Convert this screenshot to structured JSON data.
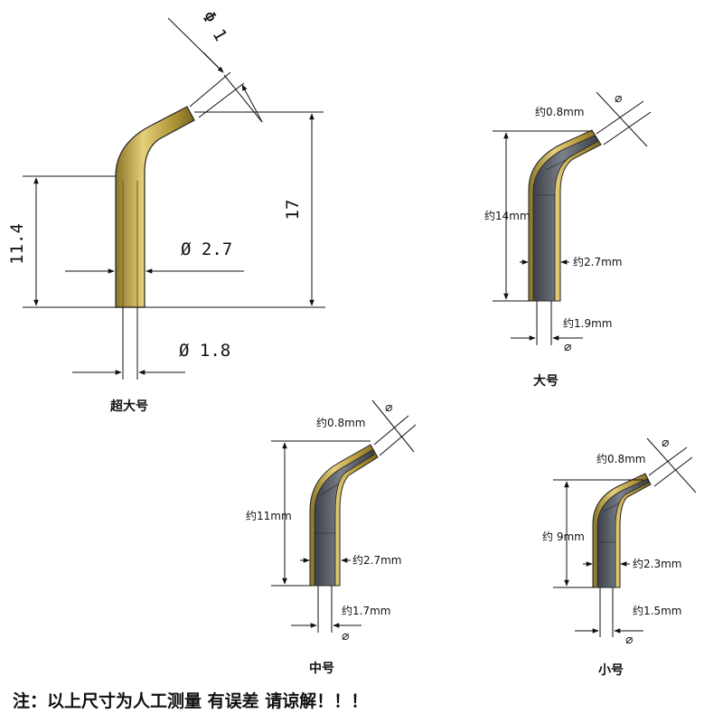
{
  "xl": {
    "caption": "超大号",
    "tip": "Φ 1",
    "overall": "17",
    "straight": "11.4",
    "outer": "Ø 2.7",
    "inner": "Ø 1.8"
  },
  "large": {
    "caption": "大号",
    "tip": "约0.8mm",
    "length": "约14mm",
    "outer": "约2.7mm",
    "inner": "约1.9mm"
  },
  "medium": {
    "caption": "中号",
    "tip": "约0.8mm",
    "length": "约11mm",
    "outer": "约2.7mm",
    "inner": "约1.7mm"
  },
  "small": {
    "caption": "小号",
    "tip": "约0.8mm",
    "length": "约 9mm",
    "outer": "约2.3mm",
    "inner": "约1.5mm"
  },
  "footer_note": "注：以上尺寸为人工测量 有误差 请谅解！！！",
  "colors": {
    "brass": "#b49a3c",
    "brass_light": "#e6cf7a",
    "steel": "#555a63",
    "steel_light": "#9aa0aa",
    "line": "#111111"
  }
}
